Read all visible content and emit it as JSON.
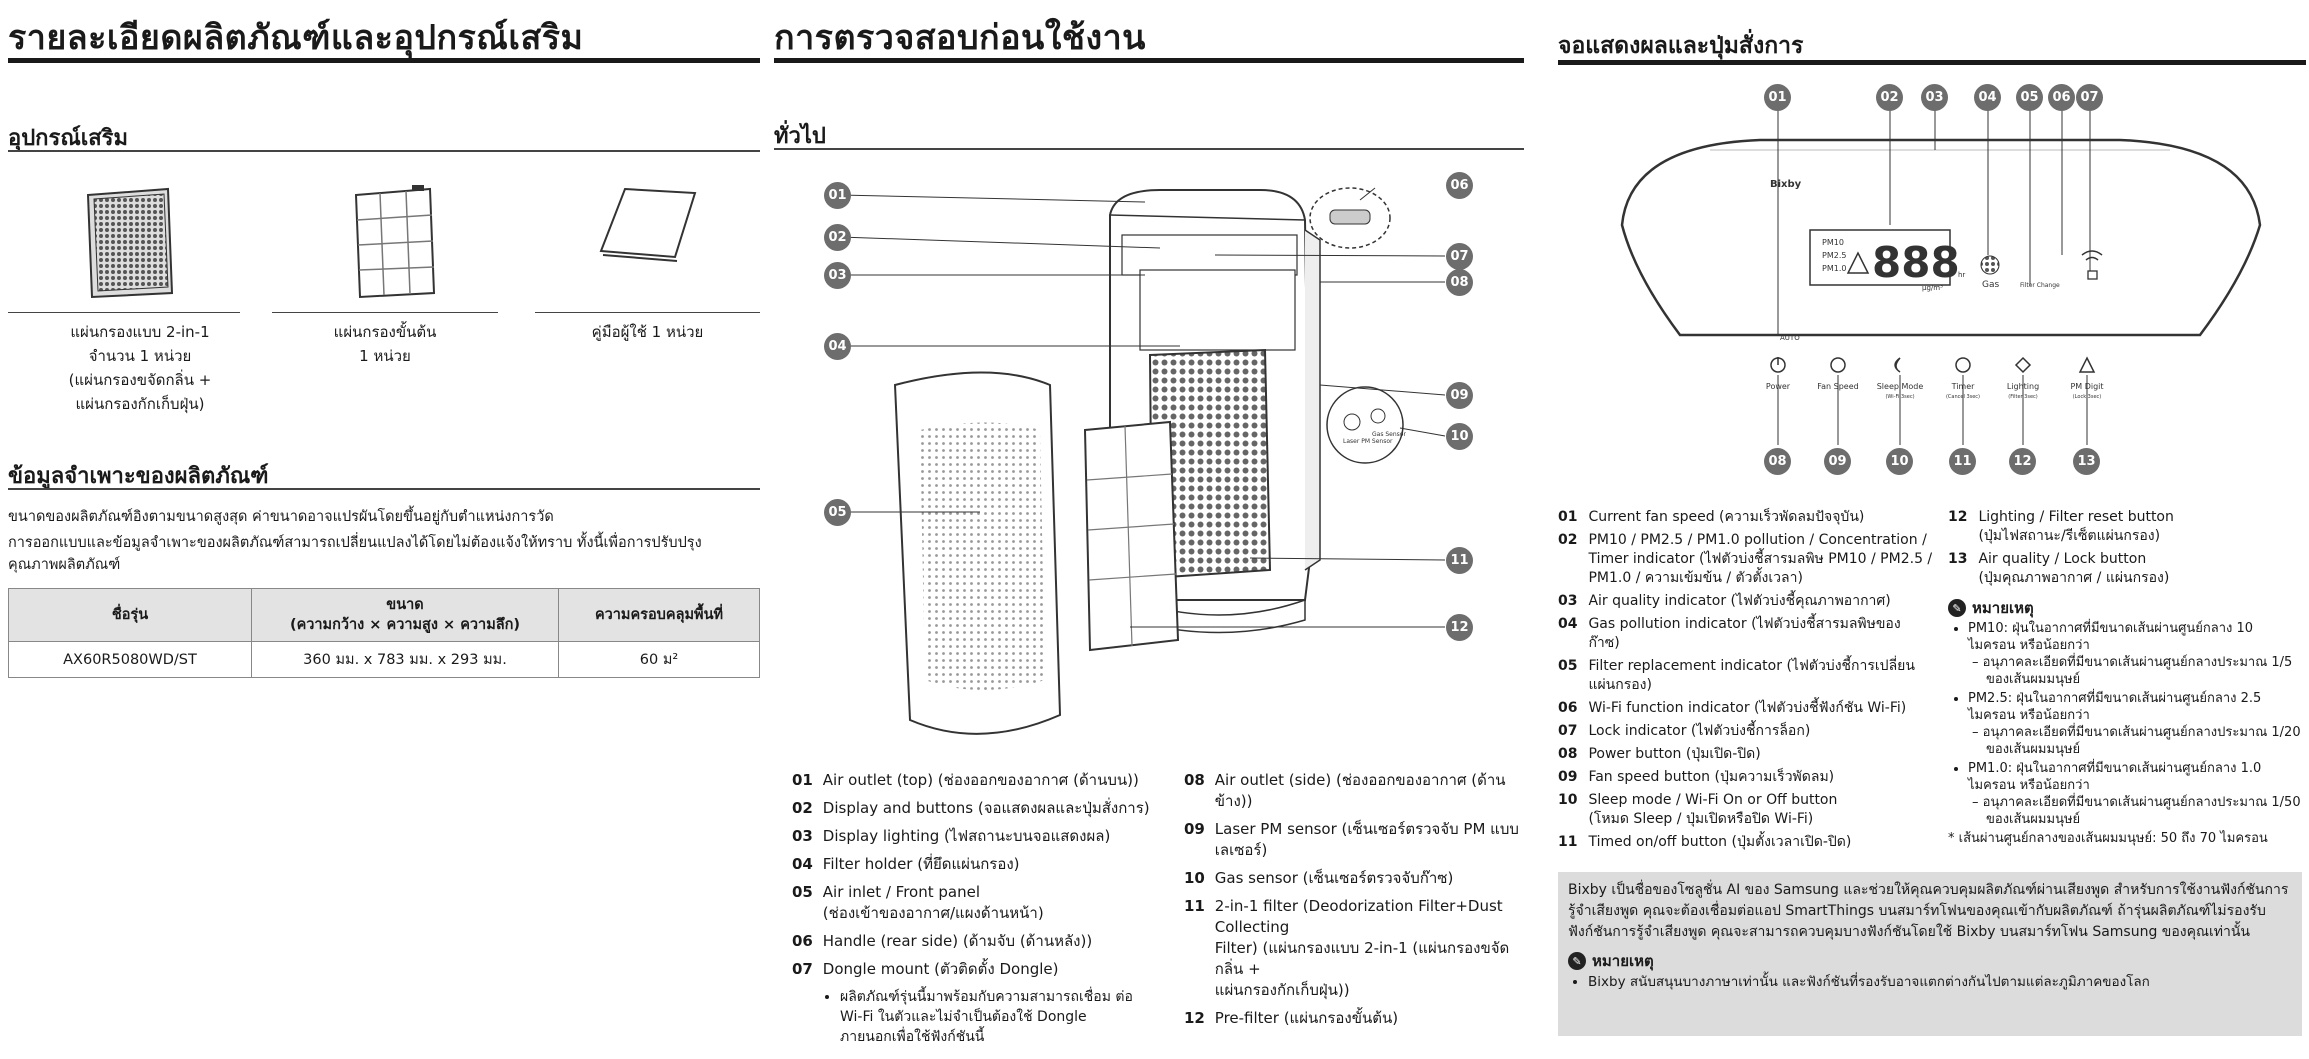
{
  "col1": {
    "title": "รายละเอียดผลิตภัณฑ์และอุปกรณ์เสริม",
    "accessories_heading": "อุปกรณ์เสริม",
    "accessories": [
      {
        "line1": "แผ่นกรองแบบ 2-in-1",
        "line2": "จำนวน 1 หน่วย",
        "line3": "(แผ่นกรองขจัดกลิ่น +",
        "line4": "แผ่นกรองกักเก็บฝุ่น)"
      },
      {
        "line1": "แผ่นกรองขั้นต้น",
        "line2": "1 หน่วย"
      },
      {
        "line1": "คู่มือผู้ใช้ 1 หน่วย"
      }
    ],
    "spec_heading": "ข้อมูลจำเพาะของผลิตภัณฑ์",
    "spec_para1": "ขนาดของผลิตภัณฑ์อิงตามขนาดสูงสุด ค่าขนาดอาจแปรผันโดยขึ้นอยู่กับตำแหน่งการวัด",
    "spec_para2a": "การออกแบบและข้อมูลจำเพาะของผลิตภัณฑ์สามารถเปลี่ยนแปลงได้โดยไม่ต้องแจ้งให้ทราบ ทั้งนี้เพื่อการปรับปรุง",
    "spec_para2b": "คุณภาพผลิตภัณฑ์",
    "table": {
      "h_model": "ชื่อรุ่น",
      "h_size1": "ขนาด",
      "h_size2": "(ความกว้าง × ความสูง × ความลึก)",
      "h_area": "ความครอบคลุมพื้นที่",
      "model": "AX60R5080WD/ST",
      "size": "360 มม. x 783 มม. x 293 มม.",
      "area": "60 ม²"
    }
  },
  "col2": {
    "title": "การตรวจสอบก่อนใช้งาน",
    "general_heading": "ทั่วไป",
    "callouts": [
      "01",
      "02",
      "03",
      "04",
      "05",
      "06",
      "07",
      "08",
      "09",
      "10",
      "11",
      "12"
    ],
    "sensor_label_left": "Laser PM Sensor",
    "sensor_label_right": "Gas Sensor",
    "legend_left": [
      {
        "num": "01",
        "text": "Air outlet (top) (ช่องออกของอากาศ (ด้านบน))"
      },
      {
        "num": "02",
        "text": "Display and buttons (จอแสดงผลและปุ่มสั่งการ)"
      },
      {
        "num": "03",
        "text": "Display lighting (ไฟสถานะบนจอแสดงผล)"
      },
      {
        "num": "04",
        "text": "Filter holder (ที่ยึดแผ่นกรอง)"
      },
      {
        "num": "05",
        "text": "Air inlet / Front panel",
        "text2": "(ช่องเข้าของอากาศ/แผงด้านหน้า)"
      },
      {
        "num": "06",
        "text": "Handle (rear side) (ด้ามจับ (ด้านหลัง))"
      },
      {
        "num": "07",
        "text": "Dongle mount (ตัวติดตั้ง Dongle)"
      }
    ],
    "dongle_note": "ผลิตภัณฑ์รุ่นนี้มาพร้อมกับความสามารถเชื่อม ต่อ Wi-Fi ในตัวและไม่จำเป็นต้องใช้ Dongle ภายนอกเพื่อใช้ฟังก์ชันนี้",
    "legend_right": [
      {
        "num": "08",
        "text": "Air outlet (side) (ช่องออกของอากาศ (ด้านข้าง))"
      },
      {
        "num": "09",
        "text": "Laser PM sensor (เซ็นเซอร์ตรวจจับ PM แบบ",
        "text2": "เลเซอร์)"
      },
      {
        "num": "10",
        "text": "Gas sensor (เซ็นเซอร์ตรวจจับก๊าซ)"
      },
      {
        "num": "11",
        "text": "2-in-1 filter (Deodorization Filter+Dust Collecting",
        "text2": "Filter) (แผ่นกรองแบบ 2-in-1 (แผ่นกรองขจัดกลิ่น +",
        "text3": "แผ่นกรองกักเก็บฝุ่น))"
      },
      {
        "num": "12",
        "text": "Pre-filter (แผ่นกรองขั้นต้น)"
      }
    ]
  },
  "col3": {
    "title": "จอแสดงผลและปุ่มสั่งการ",
    "top_callouts": [
      "01",
      "02",
      "03",
      "04",
      "05",
      "06",
      "07"
    ],
    "bottom_callouts": [
      "08",
      "09",
      "10",
      "11",
      "12",
      "13"
    ],
    "panel": {
      "brand": "Bixby",
      "pm_labels": [
        "PM10",
        "PM2.5",
        "PM1.0"
      ],
      "digits": "888",
      "unit_hr": "hr",
      "unit_ug": "µg/m³",
      "gas": "Gas",
      "filter_change": "Filter Change",
      "auto": "AUTO",
      "buttons": [
        {
          "label": "Power",
          "sub": ""
        },
        {
          "label": "Fan Speed",
          "sub": ""
        },
        {
          "label": "Sleep Mode",
          "sub": "(Wi-Fi 3sec)"
        },
        {
          "label": "Timer",
          "sub": "(Cancel 3sec)"
        },
        {
          "label": "Lighting",
          "sub": "(Filter 3sec)"
        },
        {
          "label": "PM Digit",
          "sub": "(Lock 3sec)"
        }
      ]
    },
    "legend_left": [
      {
        "num": "01",
        "lines": [
          "Current fan speed (ความเร็วพัดลมปัจจุบัน)"
        ]
      },
      {
        "num": "02",
        "lines": [
          "PM10 / PM2.5 / PM1.0 pollution / Concentration /",
          "Timer indicator (ไฟตัวบ่งชี้สารมลพิษ PM10 / PM2.5 /",
          "PM1.0 / ความเข้มข้น / ตัวตั้งเวลา)"
        ]
      },
      {
        "num": "03",
        "lines": [
          "Air quality indicator (ไฟตัวบ่งชี้คุณภาพอากาศ)"
        ]
      },
      {
        "num": "04",
        "lines": [
          "Gas pollution indicator (ไฟตัวบ่งชี้สารมลพิษของ",
          "ก๊าซ)"
        ]
      },
      {
        "num": "05",
        "lines": [
          "Filter replacement indicator (ไฟตัวบ่งชี้การเปลี่ยน",
          "แผ่นกรอง)"
        ]
      },
      {
        "num": "06",
        "lines": [
          "Wi-Fi function indicator (ไฟตัวบ่งชี้ฟังก์ชัน Wi-Fi)"
        ]
      },
      {
        "num": "07",
        "lines": [
          "Lock indicator (ไฟตัวบ่งชี้การล็อก)"
        ]
      },
      {
        "num": "08",
        "lines": [
          "Power button (ปุ่มเปิด-ปิด)"
        ]
      },
      {
        "num": "09",
        "lines": [
          "Fan speed button (ปุ่มความเร็วพัดลม)"
        ]
      },
      {
        "num": "10",
        "lines": [
          "Sleep mode / Wi-Fi On or Off button",
          "(โหมด Sleep / ปุ่มเปิดหรือปิด Wi-Fi)"
        ]
      },
      {
        "num": "11",
        "lines": [
          "Timed on/off button (ปุ่มตั้งเวลาเปิด-ปิด)"
        ]
      }
    ],
    "legend_right": [
      {
        "num": "12",
        "lines": [
          "Lighting / Filter reset button",
          "(ปุ่มไฟสถานะ/รีเซ็ตแผ่นกรอง)"
        ]
      },
      {
        "num": "13",
        "lines": [
          "Air quality / Lock button",
          "(ปุ่มคุณภาพอากาศ / แผ่นกรอง)"
        ]
      }
    ],
    "note_title": "หมายเหตุ",
    "notes": [
      {
        "text": "PM10: ฝุ่นในอากาศที่มีขนาดเส้นผ่านศูนย์กลาง 10 ไมครอน หรือน้อยกว่า",
        "sub": "อนุภาคละเอียดที่มีขนาดเส้นผ่านศูนย์กลางประมาณ 1/5 ของเส้นผมมนุษย์"
      },
      {
        "text": "PM2.5: ฝุ่นในอากาศที่มีขนาดเส้นผ่านศูนย์กลาง 2.5 ไมครอน หรือน้อยกว่า",
        "sub": "อนุภาคละเอียดที่มีขนาดเส้นผ่านศูนย์กลางประมาณ 1/20 ของเส้นผมมนุษย์"
      },
      {
        "text": "PM1.0: ฝุ่นในอากาศที่มีขนาดเส้นผ่านศูนย์กลาง 1.0 ไมครอน หรือน้อยกว่า",
        "sub": "อนุภาคละเอียดที่มีขนาดเส้นผ่านศูนย์กลางประมาณ 1/50 ของเส้นผมมนุษย์"
      }
    ],
    "footnote": "* เส้นผ่านศูนย์กลางของเส้นผมมนุษย์: 50 ถึง 70 ไมครอน",
    "bixby_box": "Bixby เป็นชื่อของโซลูชั่น AI ของ Samsung และช่วยให้คุณควบคุมผลิตภัณฑ์ผ่านเสียงพูด สำหรับการใช้งานฟังก์ชันการรู้จำเสียงพูด คุณจะต้องเชื่อมต่อแอป SmartThings บนสมาร์ทโฟนของคุณเข้ากับผลิตภัณฑ์ ถ้ารุ่นผลิตภัณฑ์ไม่รองรับฟังก์ชันการรู้จำเสียงพูด คุณจะสามารถควบคุมบางฟังก์ชันโดยใช้ Bixby บนสมาร์ทโฟน Samsung ของคุณเท่านั้น",
    "bixby_note_title": "หมายเหตุ",
    "bixby_note": "Bixby สนับสนุนบางภาษาเท่านั้น และฟังก์ชันที่รองรับอาจแตกต่างกันไปตามแต่ละภูมิภาคของโลก"
  }
}
